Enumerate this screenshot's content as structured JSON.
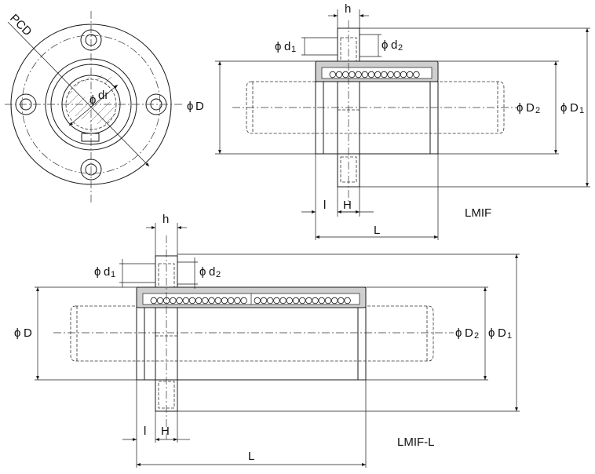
{
  "labels": {
    "pcd": "PCD",
    "phi": "ϕ",
    "dr": "dr",
    "D": "D",
    "D2": "D",
    "D2_sub": "2",
    "D1": "D",
    "D1_sub": "1",
    "d1": "d",
    "d1_sub": "1",
    "d2": "d",
    "d2_sub": "2",
    "h": "h",
    "l": "l",
    "H": "H",
    "L": "L"
  },
  "models": {
    "short": "LMIF",
    "long": "LMIF-L"
  }
}
